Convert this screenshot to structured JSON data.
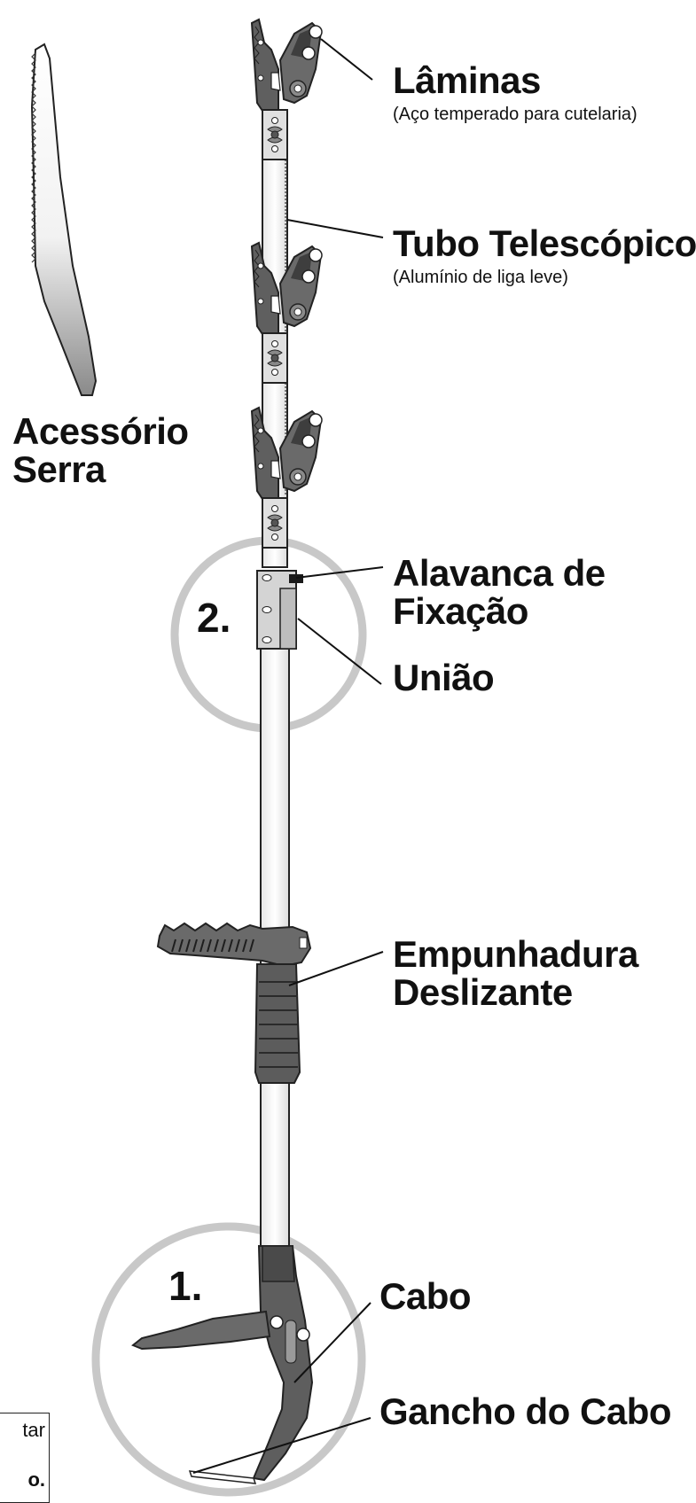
{
  "labels": {
    "laminas": {
      "title": "Lâminas",
      "subtitle": "(Aço temperado para cutelaria)"
    },
    "tubo": {
      "title": "Tubo Telescópico",
      "subtitle": "(Alumínio de liga leve)"
    },
    "serra": {
      "line1": "Acessório",
      "line2": "Serra"
    },
    "alavanca": {
      "line1": "Alavanca de",
      "line2": "Fixação"
    },
    "uniao": {
      "title": "União"
    },
    "empunhadura": {
      "line1": "Empunhadura",
      "line2": "Deslizante"
    },
    "cabo": {
      "title": "Cabo"
    },
    "gancho": {
      "title": "Gancho do Cabo"
    }
  },
  "callouts": {
    "step1": "1.",
    "step2": "2."
  },
  "cut_off_note": {
    "line1": "tar",
    "line2": "o."
  },
  "colors": {
    "blade_dark": "#5f5f5f",
    "blade_light": "#9a9a9a",
    "tube": "#ffffff",
    "outline": "#222222",
    "circle": "#c8c8c8",
    "grip": "#6a6a6a"
  }
}
